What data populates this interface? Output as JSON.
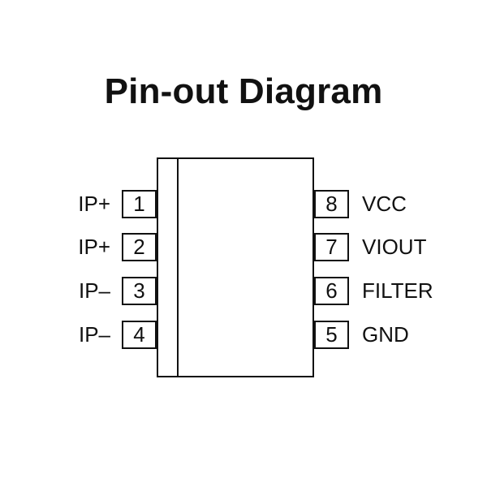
{
  "title": "Pin-out Diagram",
  "pins": {
    "left": [
      {
        "number": "1",
        "label": "IP+"
      },
      {
        "number": "2",
        "label": "IP+"
      },
      {
        "number": "3",
        "label": "IP–"
      },
      {
        "number": "4",
        "label": "IP–"
      }
    ],
    "right": [
      {
        "number": "8",
        "label": "VCC"
      },
      {
        "number": "7",
        "label": "VIOUT"
      },
      {
        "number": "6",
        "label": "FILTER"
      },
      {
        "number": "5",
        "label": "GND"
      }
    ]
  }
}
